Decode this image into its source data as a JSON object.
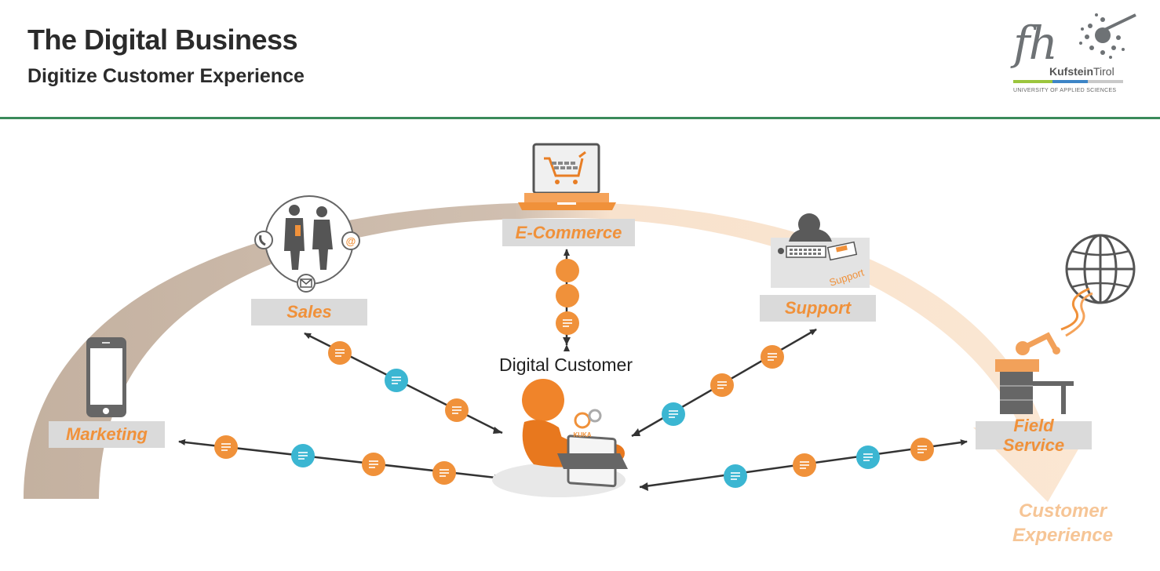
{
  "header": {
    "title": "The Digital Business",
    "subtitle": "Digitize Customer Experience"
  },
  "logo": {
    "mark": "fh",
    "name_bold": "Kufstein",
    "name_regular": "Tirol",
    "tagline": "UNIVERSITY OF APPLIED SCIENCES"
  },
  "diagram": {
    "center": "Digital Customer",
    "channels": {
      "marketing": "Marketing",
      "sales": "Sales",
      "ecommerce": "E-Commerce",
      "support": "Support",
      "field_service_line1": "Field",
      "field_service_line2": "Service"
    },
    "support_sign": "Support",
    "laptop_brand": "KUKA",
    "customer_experience_line1": "Customer",
    "customer_experience_line2": "Experience"
  },
  "colors": {
    "accent_orange": "#f0913a",
    "message_blue": "#3bb6d2",
    "arc_brown": "#c9b8a8",
    "arc_peach": "#f9dfc6",
    "label_bg": "#dadada",
    "rule_green": "#3a8a5a"
  }
}
